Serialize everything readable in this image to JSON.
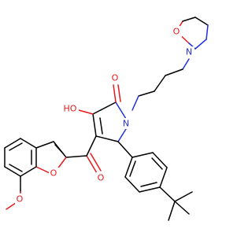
{
  "colors": {
    "carbon_bond": "#000000",
    "oxygen": "#e8191b",
    "nitrogen": "#1f2fe0",
    "background": "#ffffff"
  },
  "atom_labels": {
    "morpholine_o": "O",
    "morpholine_n": "N",
    "ring_n": "N",
    "carbonyl_o_lactam": "O",
    "hydroxyl": "HO",
    "furan_o": "O",
    "ketone_o": "O",
    "methoxy_o": "O"
  }
}
